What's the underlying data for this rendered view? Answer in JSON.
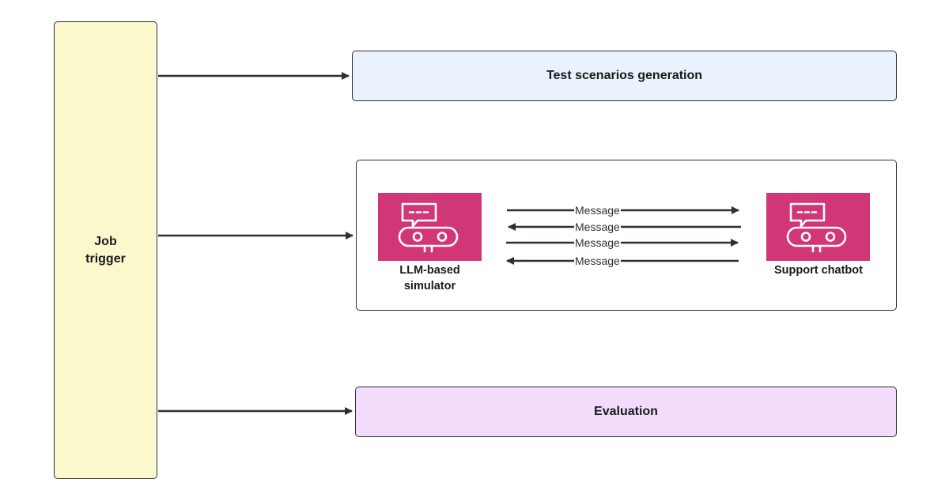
{
  "job_trigger": {
    "line1": "Job",
    "line2": "trigger"
  },
  "test_scenarios": {
    "label": "Test scenarios generation"
  },
  "simulator": {
    "line1": "LLM-based",
    "line2": "simulator",
    "icon": "robot-chat-icon"
  },
  "support_chatbot": {
    "label": "Support chatbot",
    "icon": "robot-chat-icon"
  },
  "messages": [
    "Message",
    "Message",
    "Message",
    "Message"
  ],
  "evaluation": {
    "label": "Evaluation"
  },
  "colors": {
    "trigger_fill": "#fbf8cc",
    "test_fill": "#eaf3fd",
    "evaluation_fill": "#f1dcfb",
    "icon_tile": "#d13776",
    "stroke": "#2b2f36"
  }
}
